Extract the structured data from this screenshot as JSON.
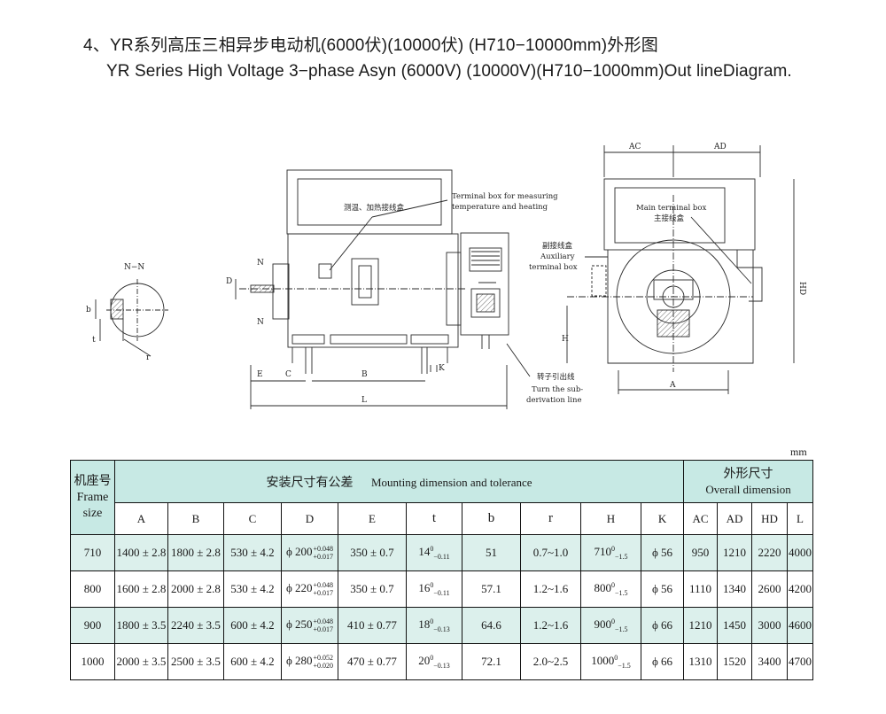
{
  "titles": {
    "cn": "4、YR系列高压三相异步电动机(6000伏)(10000伏) (H710−10000mm)外形图",
    "en": "YR Series High Voltage 3−phase Asyn (6000V) (10000V)(H710−1000mm)Out lineDiagram."
  },
  "drawing": {
    "section_label": "N−N",
    "callouts": {
      "measure_box_cn": "测温、加热接线盒",
      "measure_box_en_1": "Terminal box for measuring",
      "measure_box_en_2": "temperature and heating",
      "aux_box_cn": "副接线盒",
      "aux_box_en_1": "Auxiliary",
      "aux_box_en_2": "terminal box",
      "rotor_lead_cn": "转子引出线",
      "rotor_lead_en_1": "Turn the sub-",
      "rotor_lead_en_2": "derivation line",
      "main_box_en": "Main terminal box",
      "main_box_cn": "主接线盒"
    },
    "dim_letters": {
      "N": "N",
      "D": "D",
      "E": "E",
      "C": "C",
      "B": "B",
      "K": "K",
      "L": "L",
      "b": "b",
      "t": "t",
      "r": "r",
      "AC": "AC",
      "AD": "AD",
      "HD": "HD",
      "H": "H",
      "A": "A"
    }
  },
  "table": {
    "unit": "mm",
    "header": {
      "frame_cn": "机座号",
      "frame_en_1": "Frame",
      "frame_en_2": "size",
      "mount_cn": "安装尺寸有公差",
      "mount_en": "Mounting dimension and tolerance",
      "overall_cn": "外形尺寸",
      "overall_en": "Overall dimension"
    },
    "columns": [
      "A",
      "B",
      "C",
      "D",
      "E",
      "t",
      "b",
      "r",
      "H",
      "K",
      "AC",
      "AD",
      "HD",
      "L"
    ],
    "rows": [
      {
        "frame": "710",
        "A": "1400 ± 2.8",
        "B": "1800 ± 2.8",
        "C": "530 ± 4.2",
        "D_base": "ϕ 200",
        "D_up": "+0.048",
        "D_lo": "+0.017",
        "E": "350 ± 0.7",
        "t_base": "14",
        "t_up": "0",
        "t_lo": "−0.11",
        "b": "51",
        "r": "0.7~1.0",
        "H_base": "710",
        "H_up": "0",
        "H_lo": "−1.5",
        "K": "ϕ 56",
        "AC": "950",
        "AD": "1210",
        "HD": "2220",
        "L": "4000"
      },
      {
        "frame": "800",
        "A": "1600 ± 2.8",
        "B": "2000 ± 2.8",
        "C": "530 ± 4.2",
        "D_base": "ϕ 220",
        "D_up": "+0.048",
        "D_lo": "+0.017",
        "E": "350 ± 0.7",
        "t_base": "16",
        "t_up": "0",
        "t_lo": "−0.11",
        "b": "57.1",
        "r": "1.2~1.6",
        "H_base": "800",
        "H_up": "0",
        "H_lo": "−1.5",
        "K": "ϕ 56",
        "AC": "1110",
        "AD": "1340",
        "HD": "2600",
        "L": "4200"
      },
      {
        "frame": "900",
        "A": "1800 ± 3.5",
        "B": "2240 ± 3.5",
        "C": "600 ± 4.2",
        "D_base": "ϕ 250",
        "D_up": "+0.048",
        "D_lo": "+0.017",
        "E": "410 ± 0.77",
        "t_base": "18",
        "t_up": "0",
        "t_lo": "−0.13",
        "b": "64.6",
        "r": "1.2~1.6",
        "H_base": "900",
        "H_up": "0",
        "H_lo": "−1.5",
        "K": "ϕ 66",
        "AC": "1210",
        "AD": "1450",
        "HD": "3000",
        "L": "4600"
      },
      {
        "frame": "1000",
        "A": "2000 ± 3.5",
        "B": "2500 ± 3.5",
        "C": "600 ± 4.2",
        "D_base": "ϕ 280",
        "D_up": "+0.052",
        "D_lo": "+0.020",
        "E": "470 ± 0.77",
        "t_base": "20",
        "t_up": "0",
        "t_lo": "−0.13",
        "b": "72.1",
        "r": "2.0~2.5",
        "H_base": "1000",
        "H_up": "0",
        "H_lo": "−1.5",
        "K": "ϕ 66",
        "AC": "1310",
        "AD": "1520",
        "HD": "3400",
        "L": "4700"
      }
    ]
  }
}
